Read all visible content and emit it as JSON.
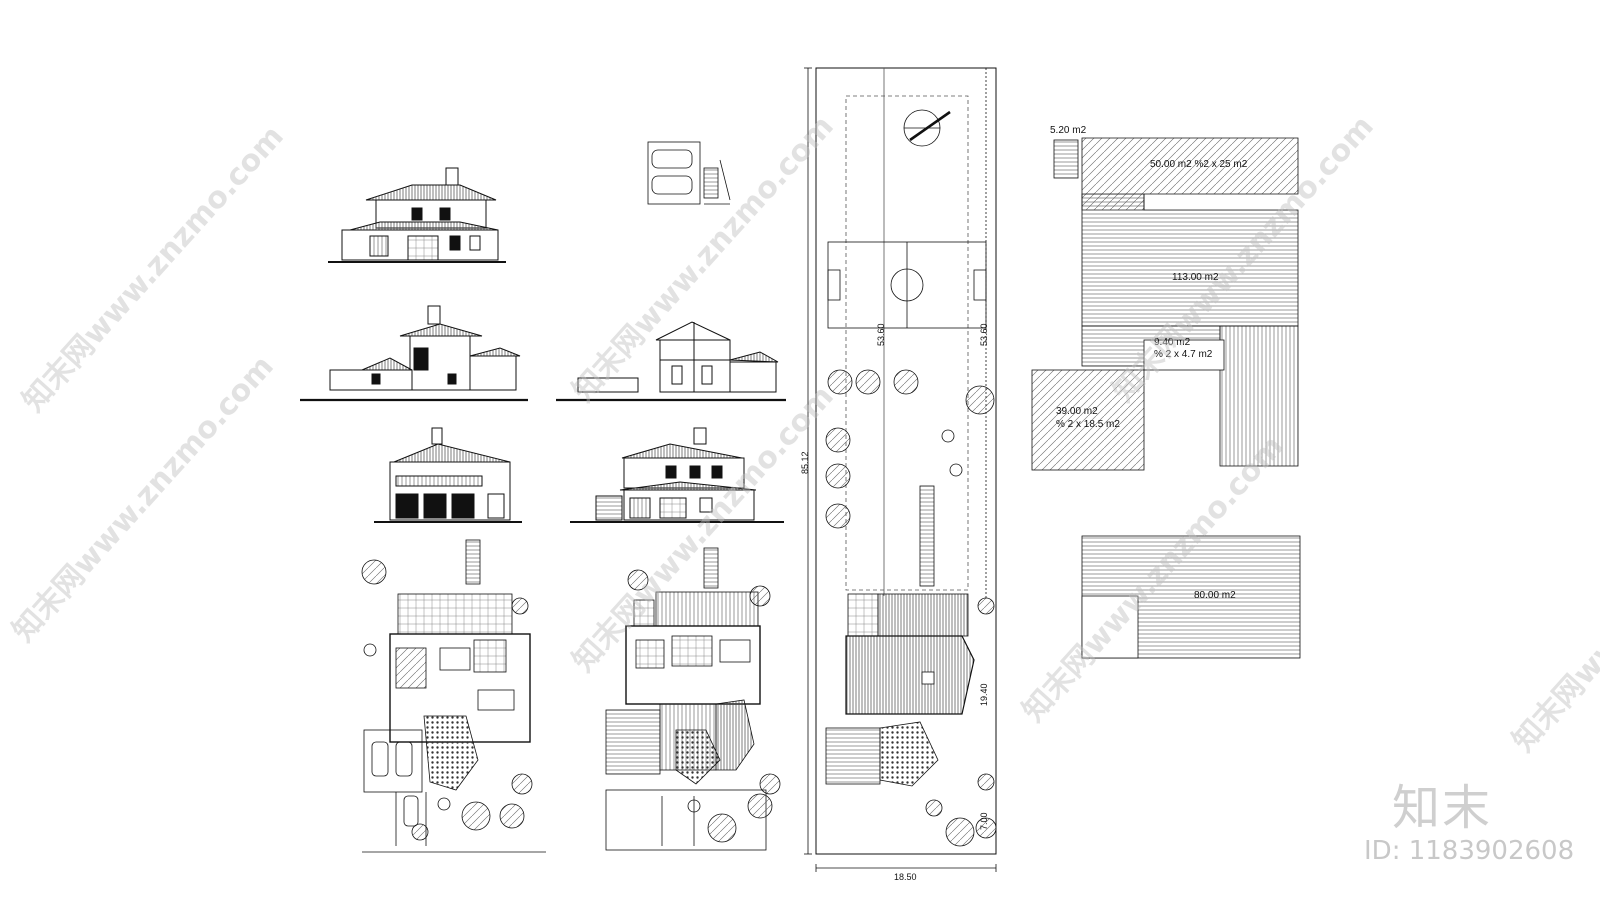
{
  "site": {
    "dim_total_length": "85.12",
    "dim_mid_length": "53.60",
    "dim_right_length": "53.60",
    "dim_lower_length": "19.40",
    "dim_small": "7.00",
    "dim_width": "18.50"
  },
  "areas": {
    "a1": "5.20 m2",
    "a2": "50.00 m2 %2 x 25 m2",
    "a3": "113.00 m2",
    "a4_line1": "9.40 m2",
    "a4_line2": "% 2 x 4.7 m2",
    "a5_line1": "39.00 m2",
    "a5_line2": "% 2 x 18.5 m2",
    "a6": "80.00 m2"
  },
  "watermark": {
    "brand": "知末",
    "id": "ID: 1183902608",
    "diagonal_1": "知末网www.znzmo.com",
    "diagonal_2": "知末网www.znzmo.com",
    "diagonal_3": "知末网www.znzmo.com",
    "diagonal_4": "知末网www.znzmo.com",
    "diagonal_5": "知末网www.znzmo.com",
    "diagonal_6": "知末网www.znzmo.com",
    "diagonal_7": "知末网www.znzmo.com"
  },
  "colors": {
    "line": "#111111",
    "hatch": "#555555",
    "watermark": "#c8c8c8"
  }
}
